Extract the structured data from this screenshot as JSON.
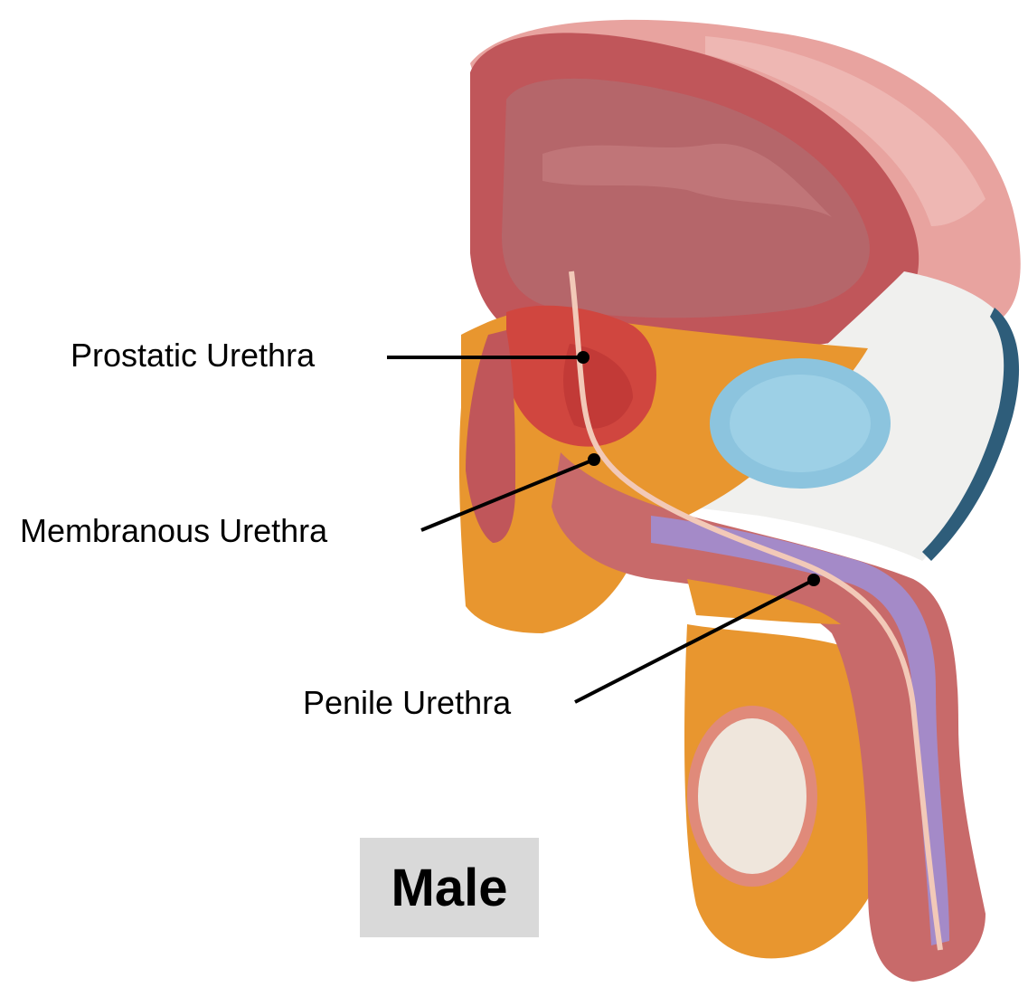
{
  "labels": {
    "prostatic": "Prostatic Urethra",
    "membranous": "Membranous Urethra",
    "penile": "Penile Urethra"
  },
  "sex_label": "Male",
  "colors": {
    "box_background": "#d9d9d9",
    "leader_line": "#000000",
    "bladder_wall": "#c0565a",
    "bladder_lumen": "#b5666a",
    "peritoneum": "#e8a39f",
    "fat": "#e8962f",
    "pubic_bone": "#8cc4de",
    "corpus_spongiosum": "#a48ac8",
    "erectile_tissue": "#c86a6a",
    "testis_interior": "#efe6dc"
  }
}
